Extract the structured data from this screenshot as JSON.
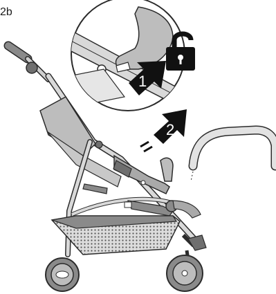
{
  "figure": {
    "label": "2b"
  },
  "steps": [
    {
      "number": "1"
    },
    {
      "number": "2"
    }
  ],
  "icons": {
    "unlock": "padlock-open-icon",
    "motion": "motion-lines-icon",
    "brake": "brand-logo-icon"
  },
  "colors": {
    "outline": "#2b2b2b",
    "frame_gray": "#bdbdbd",
    "seat_gray": "#a9a9a9",
    "dark_gray": "#6f6f6f",
    "wheel_gray": "#8a8a8a",
    "arrow_black": "#111111"
  }
}
